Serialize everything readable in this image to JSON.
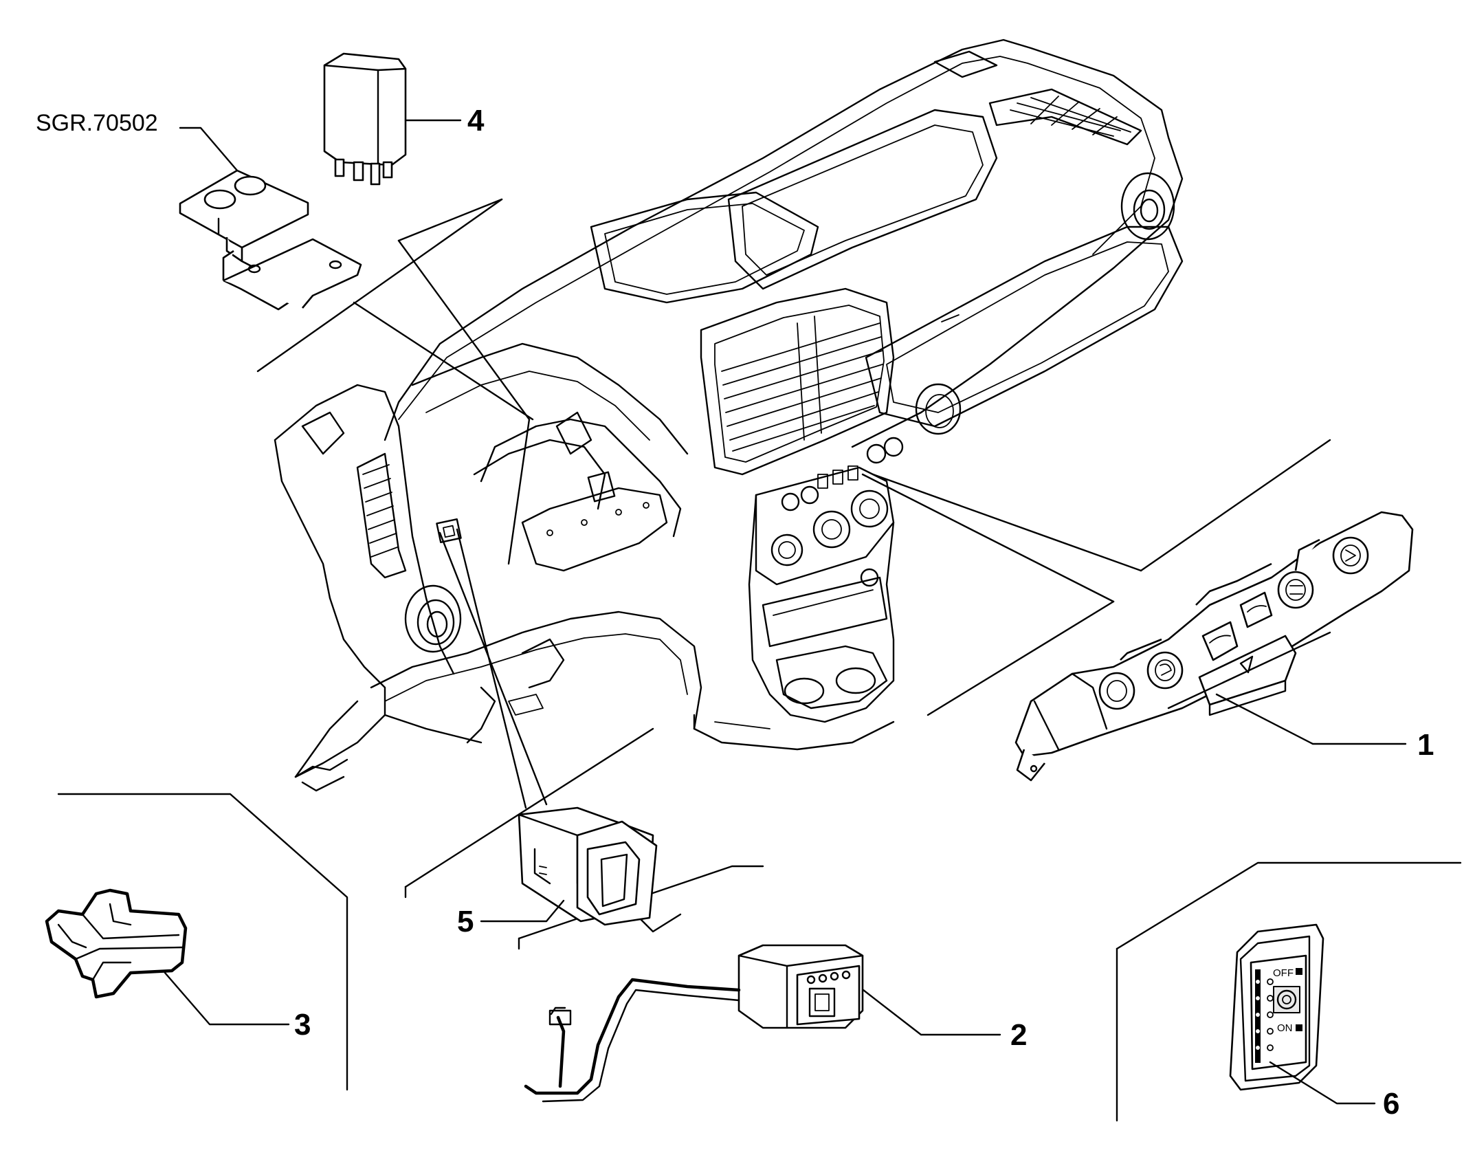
{
  "diagram": {
    "reference_label": "SGR.70502",
    "callouts": [
      {
        "id": "1",
        "label": "1",
        "part": "central switch panel"
      },
      {
        "id": "2",
        "label": "2",
        "part": "switch with wiring harness"
      },
      {
        "id": "3",
        "label": "3",
        "part": "clip"
      },
      {
        "id": "4",
        "label": "4",
        "part": "relay"
      },
      {
        "id": "5",
        "label": "5",
        "part": "switch"
      },
      {
        "id": "6",
        "label": "6",
        "part": "control switch"
      }
    ],
    "switch_6": {
      "off_label": "OFF",
      "on_label": "ON"
    }
  }
}
